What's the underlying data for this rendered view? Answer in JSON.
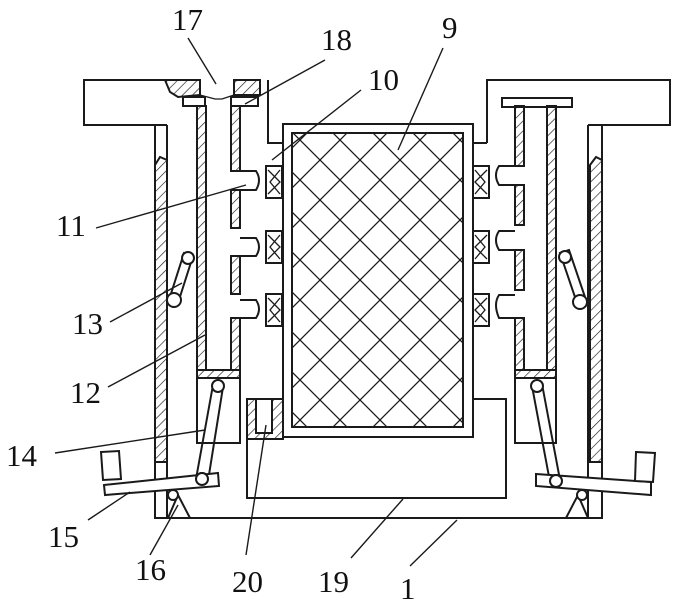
{
  "figure": {
    "type": "mechanical cross-section drawing",
    "colors": {
      "line": "#1a1a1a",
      "background": "#ffffff"
    },
    "labels": [
      {
        "id": "1",
        "text": "1"
      },
      {
        "id": "9",
        "text": "9"
      },
      {
        "id": "10",
        "text": "10"
      },
      {
        "id": "11",
        "text": "11"
      },
      {
        "id": "12",
        "text": "12"
      },
      {
        "id": "13",
        "text": "13"
      },
      {
        "id": "14",
        "text": "14"
      },
      {
        "id": "15",
        "text": "15"
      },
      {
        "id": "16",
        "text": "16"
      },
      {
        "id": "17",
        "text": "17"
      },
      {
        "id": "18",
        "text": "18"
      },
      {
        "id": "19",
        "text": "19"
      },
      {
        "id": "20",
        "text": "20"
      }
    ]
  }
}
